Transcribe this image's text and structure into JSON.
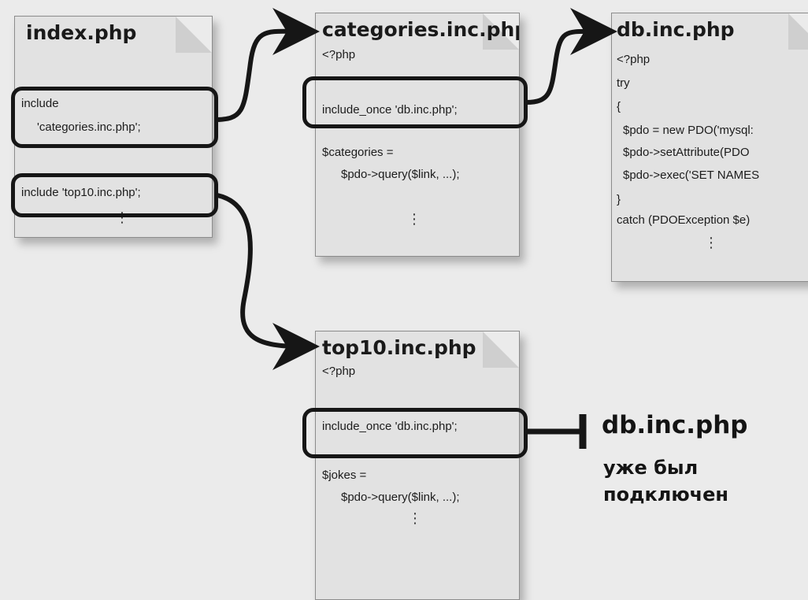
{
  "files": {
    "index": {
      "title": "index.php",
      "lines": [
        "include",
        "'categories.inc.php';",
        "include 'top10.inc.php';"
      ]
    },
    "categories": {
      "title": "categories.inc.php",
      "lines": [
        "<?php",
        "include_once 'db.inc.php';",
        "$categories =",
        "$pdo->query($link, ...);"
      ]
    },
    "db": {
      "title": "db.inc.php",
      "lines": [
        "<?php",
        "try",
        "{",
        "$pdo = new PDO('mysql:",
        "$pdo->setAttribute(PDO",
        "$pdo->exec('SET NAMES",
        "}",
        "catch (PDOException $e)"
      ]
    },
    "top10": {
      "title": "top10.inc.php",
      "lines": [
        "<?php",
        "include_once 'db.inc.php';",
        "$jokes =",
        "$pdo->query($link, ...);"
      ]
    }
  },
  "note": {
    "title": "db.inc.php",
    "text_line1": "уже был",
    "text_line2": "подключен"
  },
  "colors": {
    "paper": "#e2e2e2",
    "ink": "#161616",
    "background": "#ebebeb"
  }
}
